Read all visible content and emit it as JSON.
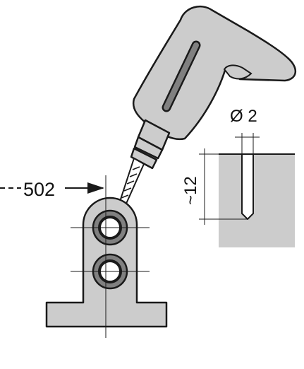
{
  "labels": {
    "reference": "502",
    "diameter": "Ø 2",
    "depth": "~12"
  },
  "colors": {
    "fill_gray": "#cccccc",
    "fill_dark": "#808080",
    "stroke": "#1a1a1a",
    "background": "#ffffff"
  },
  "icons": [
    "drill-icon",
    "drill-bit-icon",
    "mounting-bracket-icon",
    "arrow-right-icon"
  ]
}
